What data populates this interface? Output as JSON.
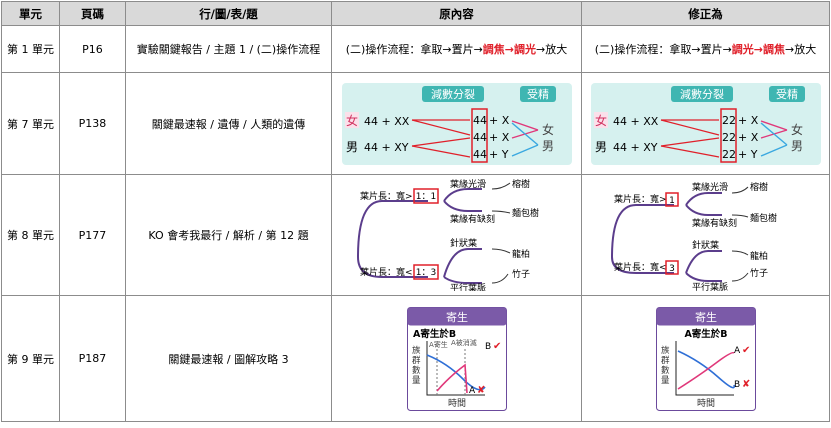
{
  "headers": [
    "單元",
    "頁碼",
    "行/圖/表/題",
    "原內容",
    "修正為"
  ],
  "rows": [
    {
      "unit": "第 1 單元",
      "page": "P16",
      "location": "實驗關鍵報告 / 主題 1 / (二)操作流程",
      "original": {
        "prefix": "(二)操作流程：拿取→置片→",
        "first": "調焦",
        "arrow": "→",
        "second": "調光",
        "suffix": "→放大"
      },
      "corrected": {
        "prefix": "(二)操作流程：拿取→置片→",
        "first": "調光",
        "arrow": "→",
        "second": "調焦",
        "suffix": "→放大"
      }
    },
    {
      "unit": "第 7 單元",
      "page": "P138",
      "location": "關鍵最速報 / 遺傳 / 人類的遺傳",
      "original": {
        "meiosis": "減數分裂",
        "fertilization": "受精",
        "female": "女",
        "male": "男",
        "female_formula": "44 + XX",
        "male_formula": "44 + XY",
        "gametes": [
          "44",
          "44",
          "44"
        ],
        "plus_x": "+ X",
        "plus_y": "+ Y"
      },
      "corrected": {
        "meiosis": "減數分裂",
        "fertilization": "受精",
        "female": "女",
        "male": "男",
        "female_formula": "44 + XX",
        "male_formula": "44 + XY",
        "gametes": [
          "22",
          "22",
          "22"
        ],
        "plus_x": "+ X",
        "plus_y": "+ Y"
      }
    },
    {
      "unit": "第 8 單元",
      "page": "P177",
      "location": "KO 會考我最行 / 解析 / 第 12 題",
      "original": {
        "top_label": "葉片長：寬>",
        "top_ratio": "1：1",
        "bottom_label": "葉片長：寬<",
        "bottom_ratio": "1：3",
        "smooth": "葉緣光滑",
        "notched": "葉緣有缺刻",
        "needle": "針狀葉",
        "flat": "平行葉脈",
        "camphor": "榕樹",
        "breadfruit": "麵包樹",
        "cypress": "龍柏",
        "bamboo": "竹子"
      },
      "corrected": {
        "top_label": "葉片長：寬>",
        "top_ratio": "1",
        "bottom_label": "葉片長：寬<",
        "bottom_ratio": "3",
        "smooth": "葉緣光滑",
        "notched": "葉緣有缺刻",
        "needle": "針狀葉",
        "flat": "平行葉脈",
        "camphor": "榕樹",
        "breadfruit": "麵包樹",
        "cypress": "龍柏",
        "bamboo": "竹子"
      }
    },
    {
      "unit": "第 9 單元",
      "page": "P187",
      "location": "關鍵最速報 / 圖解攻略 3",
      "original": {
        "banner": "寄生",
        "subtitle": "A寄生於B",
        "ylabel": [
          "族",
          "群",
          "數",
          "量"
        ],
        "xlabel": "時間",
        "label_a_host": "A寄生",
        "label_a_gone": "A被消滅",
        "label_a": "A",
        "label_b": "B"
      },
      "corrected": {
        "banner": "寄生",
        "subtitle": "A寄生於B",
        "ylabel": [
          "族",
          "群",
          "數",
          "量"
        ],
        "xlabel": "時間",
        "label_a": "A",
        "label_b": "B"
      }
    }
  ],
  "colors": {
    "header_bg": "#d9d9d9",
    "border": "#8c8c8c",
    "red": "#e0202a",
    "teal": "#1fa6a3",
    "light_teal": "#c9eeec",
    "pink": "#e0387a",
    "blue": "#2f6fd6",
    "purple": "#6b4a9c"
  }
}
